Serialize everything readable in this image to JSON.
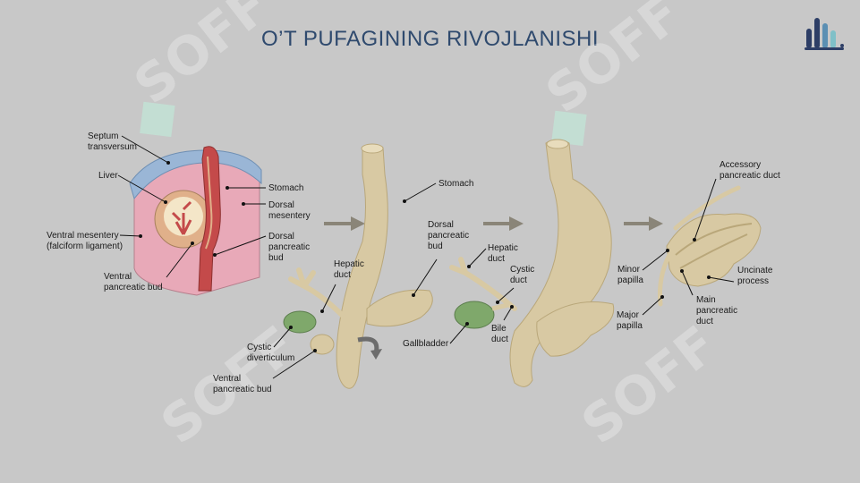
{
  "slide": {
    "title": "O’T PUFAGINING RIVOJLANISHI"
  },
  "watermark": {
    "text": "SOFF",
    "color": "#ffffff",
    "accent_color": "#bff0dc"
  },
  "logo": {
    "icon": "bar-chart-logo-icon",
    "colors": [
      "#2d3e66",
      "#2d3e66",
      "#5b8fb3",
      "#7fc0c8"
    ]
  },
  "colors": {
    "tan": "#d8c9a3",
    "tan_dark": "#b9a77a",
    "liver": "#e0b08a",
    "liver_inner": "#f4e6c8",
    "septum": "#9ab6d6",
    "mesentery": "#e8a9b8",
    "stomach_red": "#c44a4a",
    "gallbladder": "#7fa86b",
    "arrow": "#8a8578"
  },
  "diagram": {
    "stage1": {
      "septum_transversum": "Septum\ntransversum",
      "liver": "Liver",
      "ventral_mesentery": "Ventral mesentery\n(falciform ligament)",
      "ventral_pancreatic_bud": "Ventral\npancreatic bud",
      "stomach": "Stomach",
      "dorsal_mesentery": "Dorsal\nmesentery",
      "dorsal_pancreatic_bud": "Dorsal\npancreatic\nbud"
    },
    "stage2": {
      "hepatic_duct": "Hepatic\nduct",
      "stomach": "Stomach",
      "dorsal_pancreatic_bud": "Dorsal\npancreatic\nbud",
      "cystic_diverticulum": "Cystic\ndiverticulum",
      "ventral_pancreatic_bud": "Ventral\npancreatic bud"
    },
    "stage3": {
      "hepatic_duct": "Hepatic\nduct",
      "cystic_duct": "Cystic\nduct",
      "bile_duct": "Bile\nduct",
      "gallbladder": "Gallbladder"
    },
    "stage4": {
      "accessory_pancreatic_duct": "Accessory\npancreatic duct",
      "minor_papilla": "Minor\npapilla",
      "major_papilla": "Major\npapilla",
      "uncinate_process": "Uncinate\nprocess",
      "main_pancreatic_duct": "Main\npancreatic\nduct"
    }
  }
}
